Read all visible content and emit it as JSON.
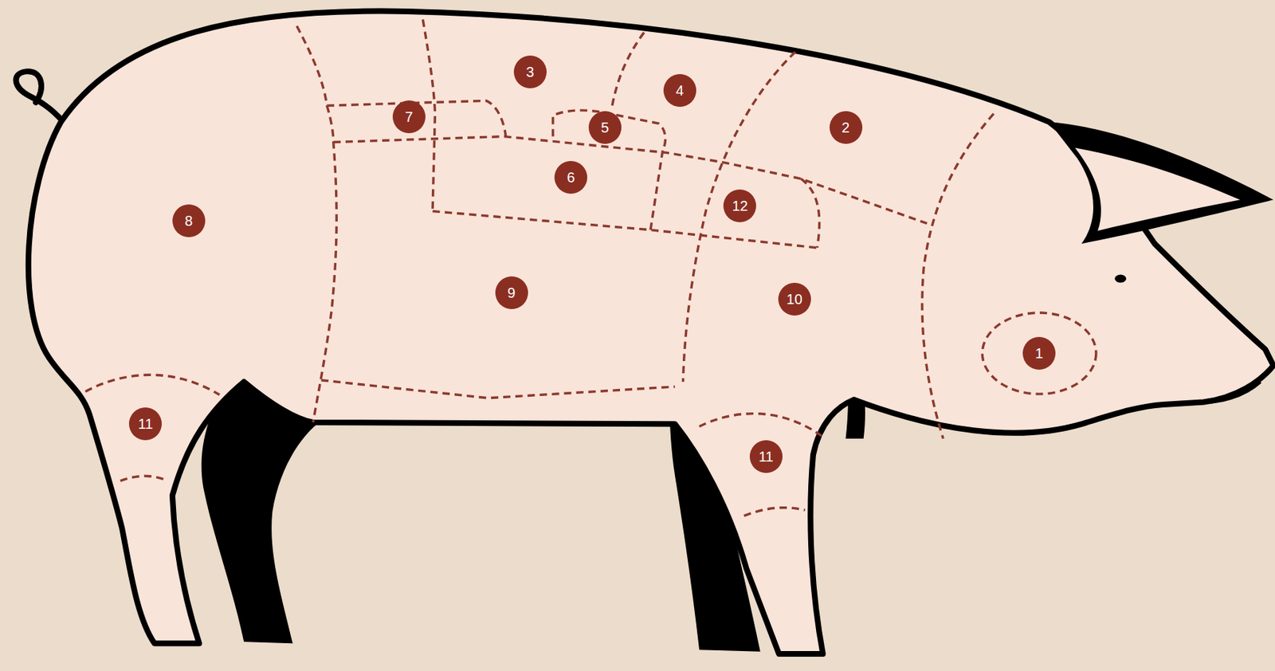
{
  "diagram": {
    "nodes": [
      {
        "text": [
          "3"
        ]
      },
      {
        "text": [
          "4"
        ]
      },
      {
        "text": [
          "7"
        ]
      },
      {
        "text": [
          "5"
        ]
      },
      {
        "text": [
          "2"
        ]
      },
      {
        "text": [
          "6"
        ]
      },
      {
        "text": [
          "12"
        ]
      },
      {
        "text": [
          "8"
        ]
      },
      {
        "text": [
          "9"
        ]
      },
      {
        "text": [
          "10"
        ]
      },
      {
        "text": [
          "1"
        ]
      },
      {
        "text": [
          "11"
        ]
      },
      {
        "text": [
          "11"
        ]
      }
    ]
  }
}
